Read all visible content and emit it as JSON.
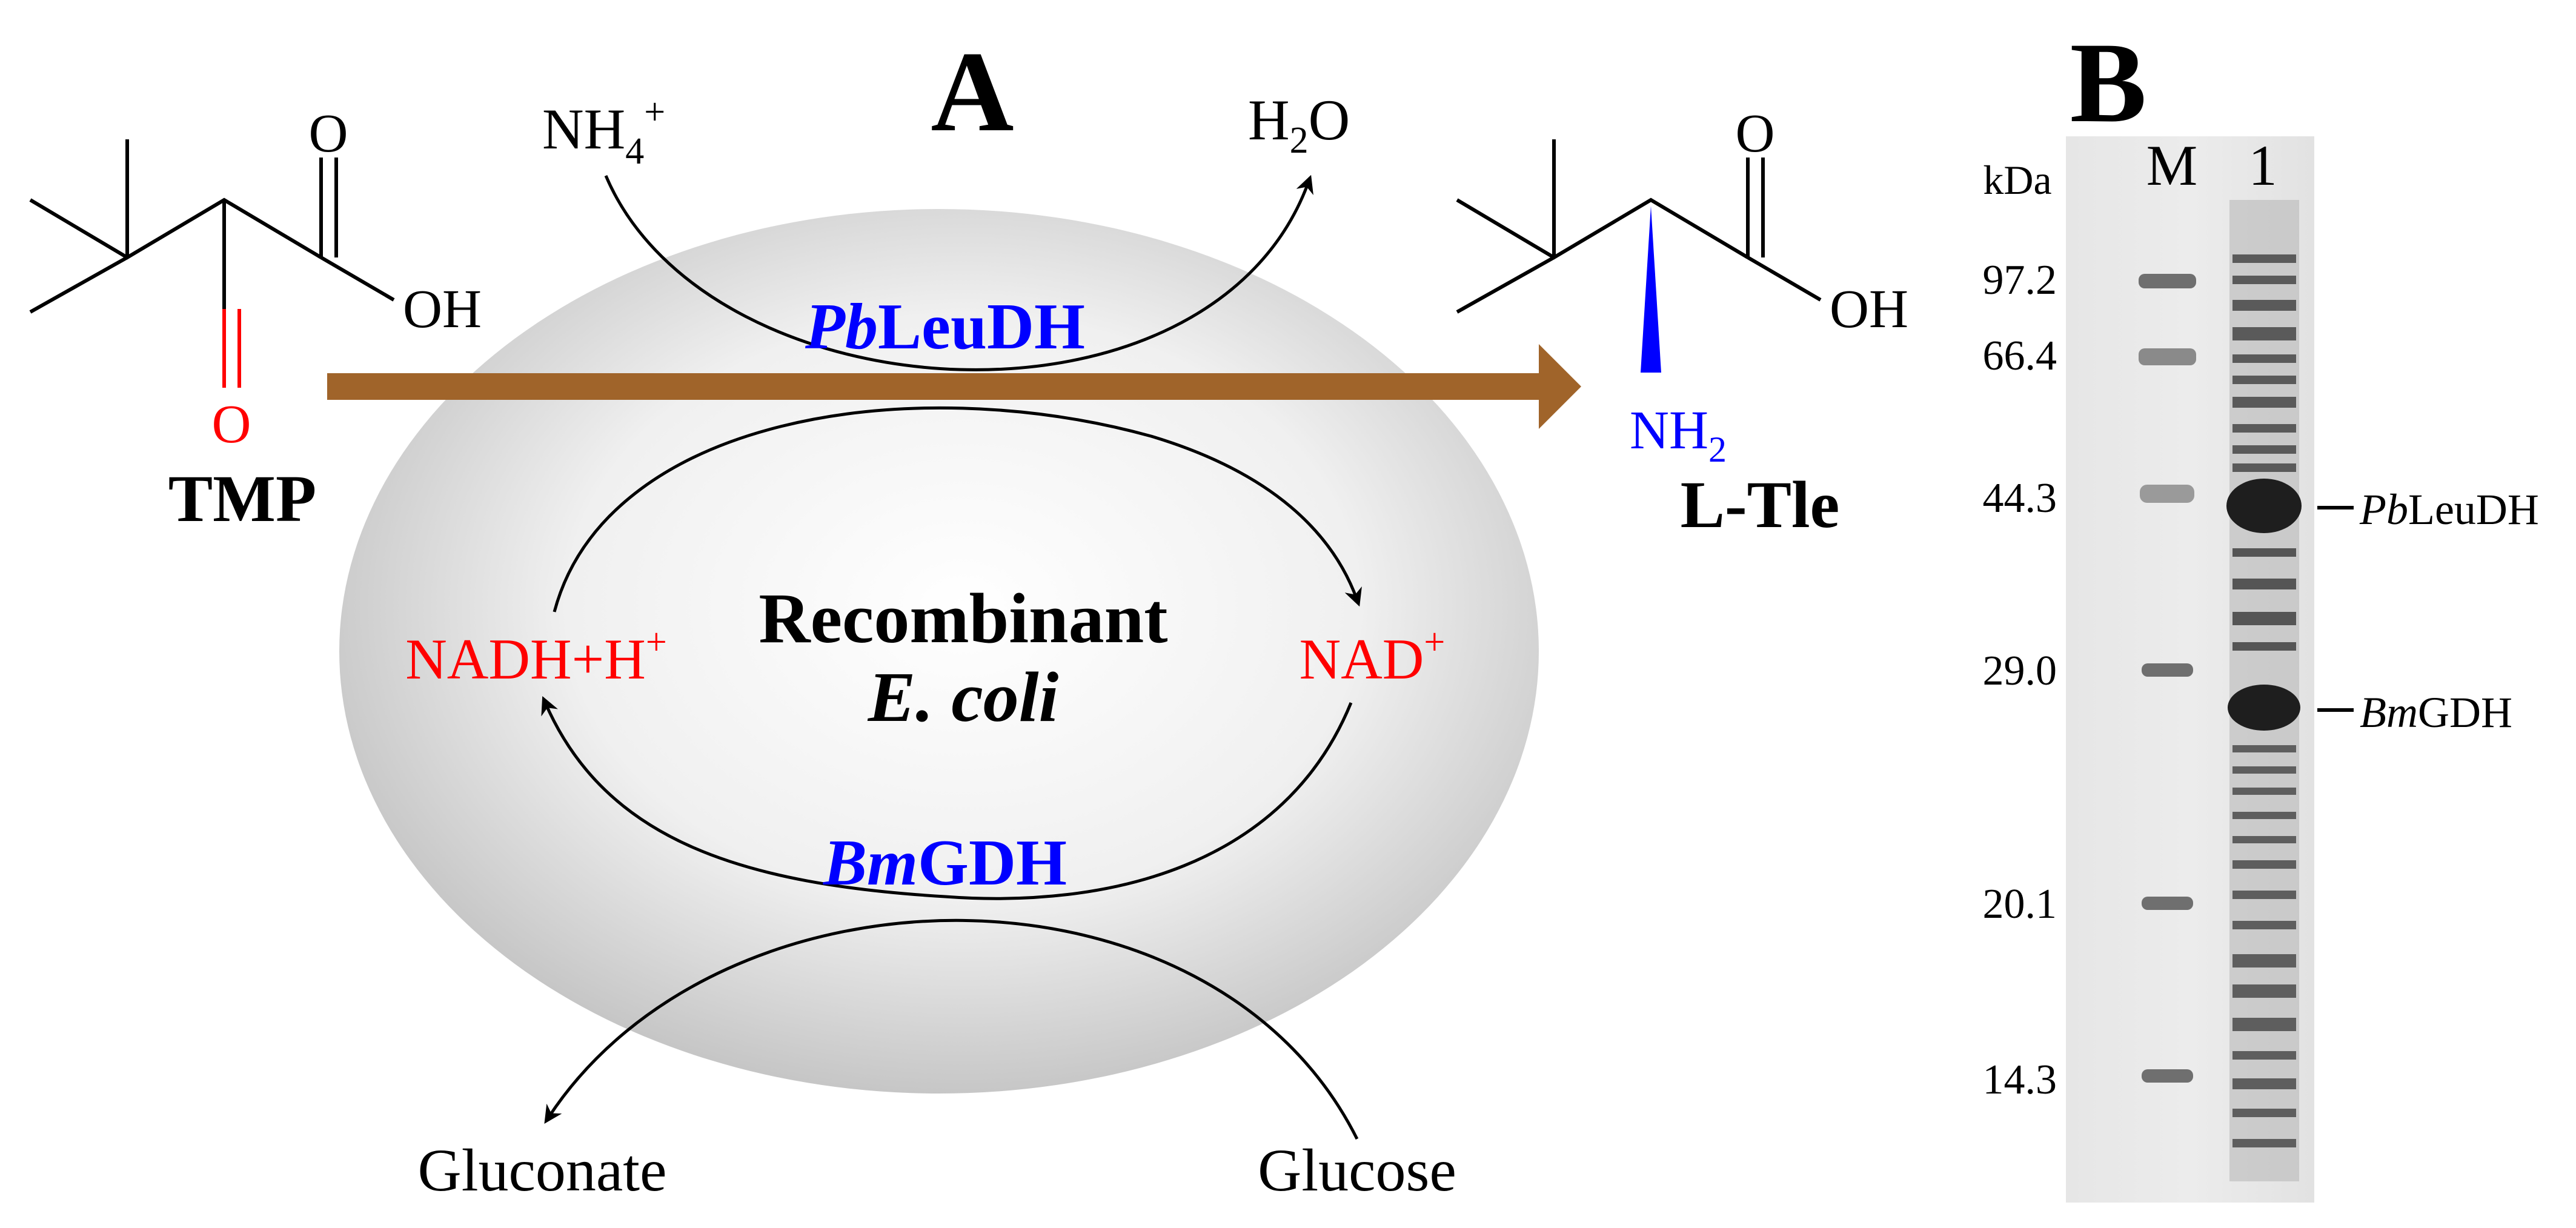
{
  "panel_a": {
    "label": "A",
    "cell_label": {
      "line1": "Recombinant",
      "line2": "E. coli"
    },
    "substrate": {
      "name": "TMP",
      "oxo": "O",
      "carbonyl_o": "O",
      "hydroxyl": "OH"
    },
    "product": {
      "name": "L-Tle",
      "amine": "NH",
      "amine_sub": "2",
      "carbonyl_o": "O",
      "hydroxyl": "OH"
    },
    "ammonium": {
      "base": "NH",
      "sub": "4",
      "sup": "+"
    },
    "water": {
      "pre": "H",
      "sub": "2",
      "post": "O"
    },
    "enzyme_top": {
      "italic": "Pb",
      "rest": "LeuDH"
    },
    "enzyme_bottom": {
      "italic": "Bm",
      "rest": "GDH"
    },
    "nadh": {
      "base": "NADH+H",
      "sup": "+"
    },
    "nad": {
      "base": "NAD",
      "sup": "+"
    },
    "gluconate": "Gluconate",
    "glucose": "Glucose",
    "colors": {
      "enzyme": "#0000ff",
      "cofactor": "#ff0000",
      "main_arrow": "#a0642a",
      "cell": "#dcdcdc"
    }
  },
  "panel_b": {
    "label": "B",
    "unit_label": "kDa",
    "lanes": [
      "M",
      "1"
    ],
    "markers": [
      "97.2",
      "66.4",
      "44.3",
      "29.0",
      "20.1",
      "14.3"
    ],
    "annotations": [
      {
        "italic": "Pb",
        "rest": "LeuDH"
      },
      {
        "italic": "Bm",
        "rest": "GDH"
      }
    ]
  }
}
